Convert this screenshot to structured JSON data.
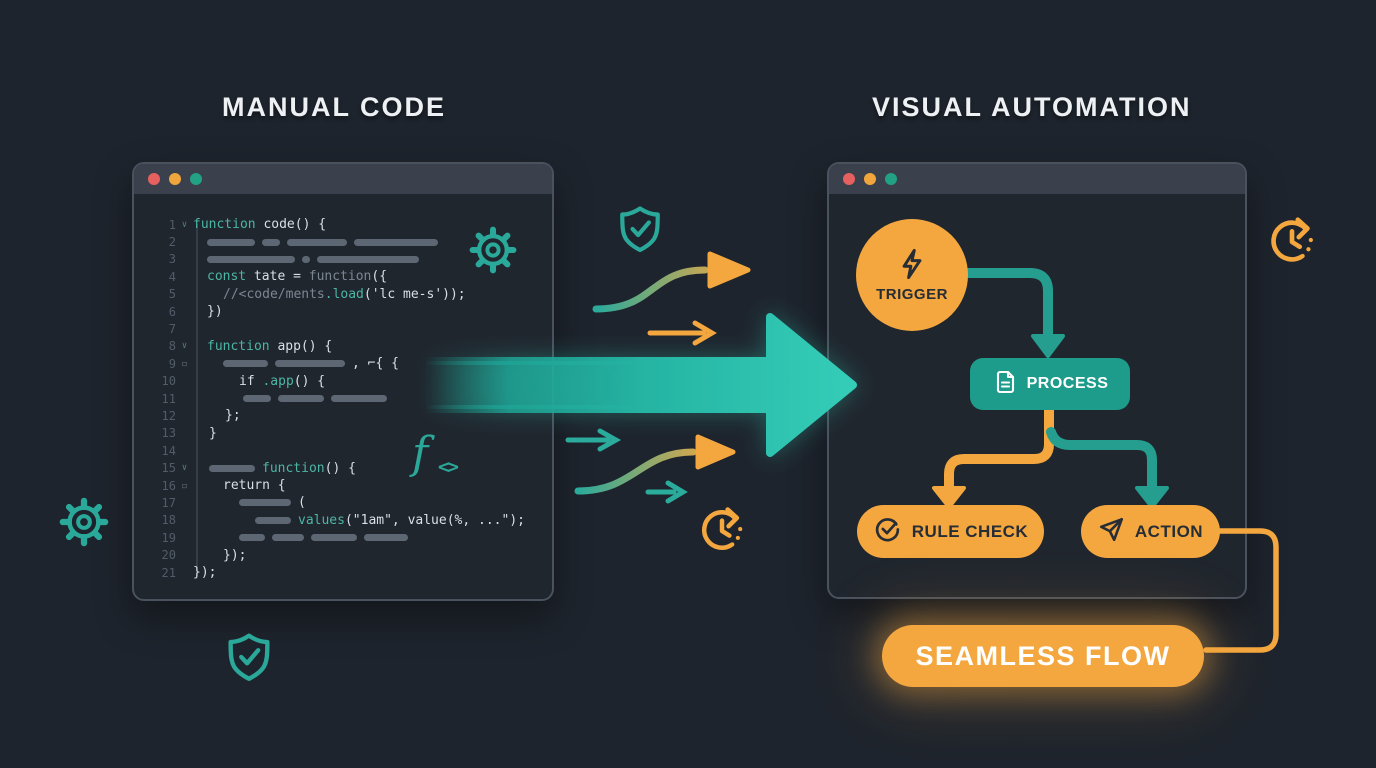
{
  "header": {
    "left_title": "MANUAL CODE",
    "right_title": "VISUAL AUTOMATION"
  },
  "theme": {
    "background": "#1e242d",
    "window_header": "#3b414c",
    "window_body": "#20262e",
    "window_border": "#4a525e",
    "teal_accent": "#2cc4b0",
    "teal_node": "#1e9c8b",
    "orange_accent": "#f4a73f",
    "code_keyword": "#4cb5a5",
    "code_text": "#d9dfe6",
    "code_placeholder_bar": "#5d6773",
    "dot_red": "#e66060",
    "dot_yellow": "#f0a63c",
    "dot_teal": "#23a184",
    "label_dark": "#272d35",
    "title_text": "#eef1f4"
  },
  "code_window": {
    "traffic_lights": [
      "red",
      "yellow",
      "teal"
    ],
    "lines": [
      {
        "n": 1,
        "m": "v",
        "ind": 0,
        "seg": [
          [
            "kw",
            "function "
          ],
          [
            "tx",
            "code() {"
          ]
        ]
      },
      {
        "n": 2,
        "m": "",
        "ind": 14,
        "seg": [
          [
            "bar",
            48
          ],
          [
            "bar",
            18
          ],
          [
            "bar",
            60
          ],
          [
            "bar",
            84
          ]
        ]
      },
      {
        "n": 3,
        "m": "",
        "ind": 14,
        "seg": [
          [
            "bar",
            88
          ],
          [
            "bar",
            8
          ],
          [
            "bar",
            102
          ]
        ]
      },
      {
        "n": 4,
        "m": "",
        "ind": 14,
        "seg": [
          [
            "kw",
            "const "
          ],
          [
            "tx",
            "tate = "
          ],
          [
            "dim",
            "function"
          ],
          [
            "tx",
            "({"
          ]
        ]
      },
      {
        "n": 5,
        "m": "",
        "ind": 30,
        "seg": [
          [
            "dim",
            "//<code/ments"
          ],
          [
            "kw",
            ".load"
          ],
          [
            "tx",
            "('lc me-s'));"
          ]
        ]
      },
      {
        "n": 6,
        "m": "",
        "ind": 14,
        "seg": [
          [
            "tx",
            "})"
          ]
        ]
      },
      {
        "n": 7,
        "m": "",
        "ind": 0,
        "seg": []
      },
      {
        "n": 8,
        "m": "v",
        "ind": 14,
        "seg": [
          [
            "kw",
            "function "
          ],
          [
            "tx",
            "app() {"
          ]
        ]
      },
      {
        "n": 9,
        "m": "s",
        "ind": 30,
        "seg": [
          [
            "bar",
            45
          ],
          [
            "bar",
            70
          ],
          [
            "tx",
            ", ⌐{ {"
          ]
        ]
      },
      {
        "n": 10,
        "m": "",
        "ind": 46,
        "seg": [
          [
            "tx",
            "if "
          ],
          [
            "kw",
            ".app"
          ],
          [
            "tx",
            "() {"
          ]
        ]
      },
      {
        "n": 11,
        "m": "",
        "ind": 50,
        "seg": [
          [
            "bar",
            28
          ],
          [
            "bar",
            46
          ],
          [
            "bar",
            56
          ]
        ]
      },
      {
        "n": 12,
        "m": "",
        "ind": 32,
        "seg": [
          [
            "tx",
            "};"
          ]
        ]
      },
      {
        "n": 13,
        "m": "",
        "ind": 16,
        "seg": [
          [
            "tx",
            "}"
          ]
        ]
      },
      {
        "n": 14,
        "m": "",
        "ind": 0,
        "seg": []
      },
      {
        "n": 15,
        "m": "v",
        "ind": 16,
        "seg": [
          [
            "bar",
            46
          ],
          [
            "kw",
            "function"
          ],
          [
            "tx",
            "() {"
          ]
        ]
      },
      {
        "n": 16,
        "m": "s",
        "ind": 30,
        "seg": [
          [
            "tx",
            "return {"
          ]
        ]
      },
      {
        "n": 17,
        "m": "",
        "ind": 46,
        "seg": [
          [
            "bar",
            52
          ],
          [
            "tx",
            "("
          ]
        ]
      },
      {
        "n": 18,
        "m": "",
        "ind": 62,
        "seg": [
          [
            "bar",
            36
          ],
          [
            "kw",
            "values"
          ],
          [
            "tx",
            "(\"1am\", value(%, ...\");"
          ]
        ]
      },
      {
        "n": 19,
        "m": "",
        "ind": 46,
        "seg": [
          [
            "bar",
            26
          ],
          [
            "bar",
            32
          ],
          [
            "bar",
            46
          ],
          [
            "bar",
            44
          ]
        ]
      },
      {
        "n": 20,
        "m": "",
        "ind": 30,
        "seg": [
          [
            "tx",
            "});"
          ]
        ]
      },
      {
        "n": 21,
        "m": "",
        "ind": 0,
        "seg": [
          [
            "tx",
            "});"
          ]
        ]
      }
    ]
  },
  "flow_window": {
    "traffic_lights": [
      "red",
      "yellow",
      "teal"
    ],
    "nodes": {
      "trigger": {
        "label": "TRIGGER",
        "icon": "lightning-icon"
      },
      "process": {
        "label": "PROCESS",
        "icon": "document-icon"
      },
      "rule_check": {
        "label": "RULE CHECK",
        "icon": "check-circle-icon"
      },
      "action": {
        "label": "ACTION",
        "icon": "send-icon"
      }
    }
  },
  "badge": {
    "label": "SEAMLESS FLOW"
  },
  "decor_icons": [
    {
      "name": "gear-icon",
      "color": "#2aa99a",
      "position": "inside code window top-right"
    },
    {
      "name": "gear-icon",
      "color": "#2aa99a",
      "position": "left edge"
    },
    {
      "name": "shield-check-icon",
      "color": "#2aa99a",
      "position": "top middle"
    },
    {
      "name": "shield-check-icon",
      "color": "#2aa99a",
      "position": "below code window"
    },
    {
      "name": "function-code-icon",
      "color": "#2aa99a",
      "position": "inside code window lower-right"
    },
    {
      "name": "clock-history-icon",
      "color": "#f4a73f",
      "position": "middle below arrow"
    },
    {
      "name": "clock-history-icon",
      "color": "#f4a73f",
      "position": "right edge"
    }
  ]
}
